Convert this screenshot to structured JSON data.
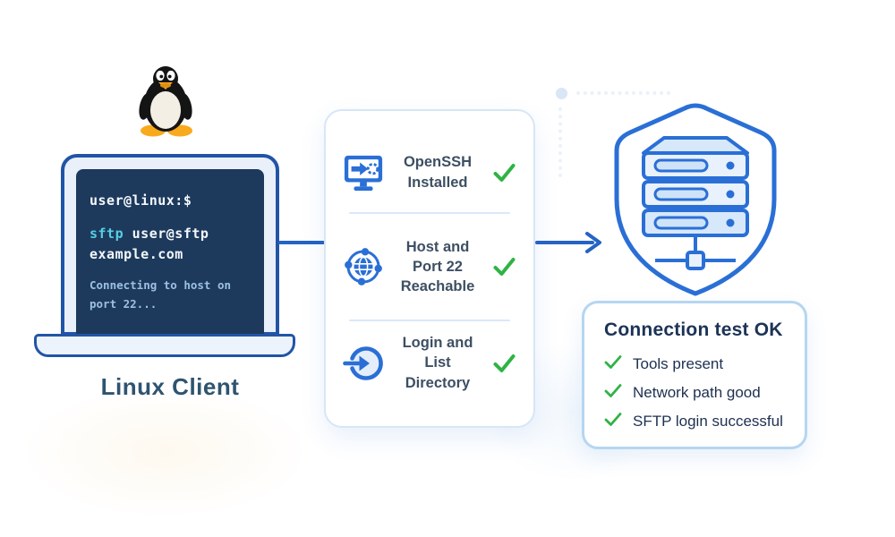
{
  "client": {
    "label": "Linux Client",
    "logo_icon": "tux-linux-logo",
    "terminal": {
      "prompt": "user@linux:$",
      "command_keyword": "sftp",
      "command_arg": " user@sftp",
      "command_arg_line2": "example.com",
      "status_line1": "Connecting to host on",
      "status_line2": "port 22..."
    }
  },
  "checklist": {
    "items": [
      {
        "icon": "openssh-monitor-icon",
        "label": "OpenSSH\nInstalled",
        "status": "passed"
      },
      {
        "icon": "globe-network-icon",
        "label": "Host and\nPort 22\nReachable",
        "status": "passed"
      },
      {
        "icon": "login-arrow-icon",
        "label": "Login and List\nDirectory",
        "status": "passed"
      }
    ]
  },
  "server": {
    "icon": "shield-server-icon"
  },
  "result": {
    "title": "Connection test OK",
    "items": [
      "Tools present",
      "Network path good",
      "SFTP login successful"
    ]
  },
  "colors": {
    "accent_blue": "#2a6fd6",
    "deep_blue_border": "#2254a6",
    "connector_blue": "#2563c4",
    "terminal_bg": "#1d3a5c",
    "terminal_text": "#f4f8fd",
    "terminal_cyan": "#57cfe3",
    "terminal_muted": "#9cc0e4",
    "check_green": "#2fb344",
    "card_border_light": "#d7e6f6",
    "result_card_border": "#b5d6f1",
    "divider": "#d9e9fa",
    "heading_navy": "#1c3357",
    "label_slate": "#3d4f63",
    "client_label": "#2e5470",
    "server_fill_light": "#e8f1fc",
    "server_fill_mid": "#d7e8fa"
  }
}
